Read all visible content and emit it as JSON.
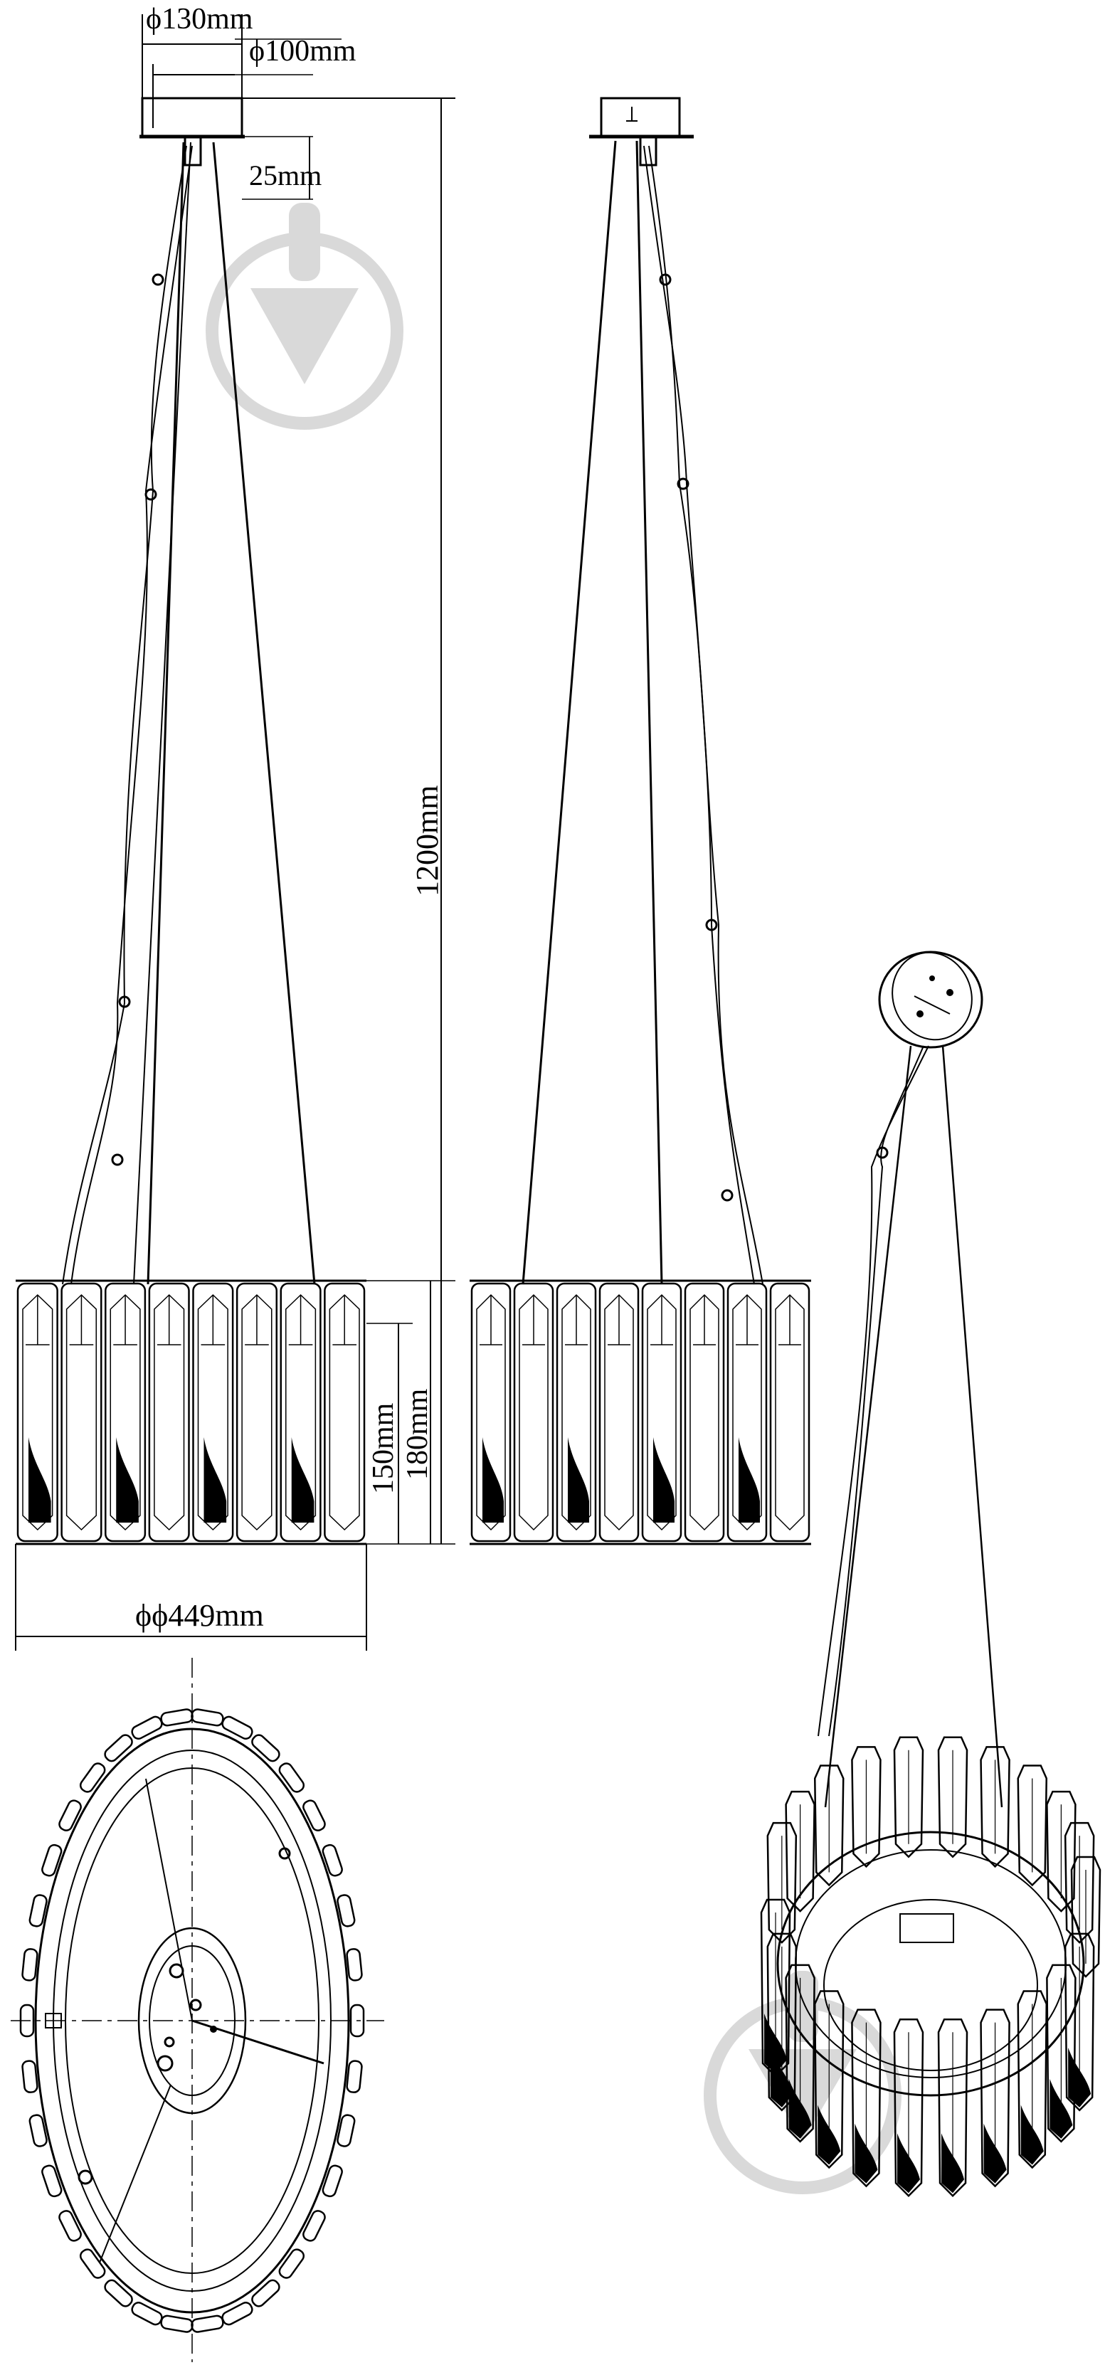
{
  "dimensions": {
    "canopy_outer_diameter": "ϕ130mm",
    "canopy_inner_diameter": "ϕ100mm",
    "canopy_height": "25mm",
    "suspension_length": "1200mm",
    "body_height_inner": "150mm",
    "body_height_outer": "180mm",
    "body_diameter": "ϕϕ449mm"
  },
  "views": [
    {
      "name": "front-view"
    },
    {
      "name": "side-view"
    },
    {
      "name": "top-view"
    },
    {
      "name": "perspective-view"
    }
  ],
  "watermark": {
    "icon": "download-arrow-icon",
    "color": "#d9d9d9"
  },
  "colors": {
    "line": "#000000",
    "background": "#ffffff"
  }
}
